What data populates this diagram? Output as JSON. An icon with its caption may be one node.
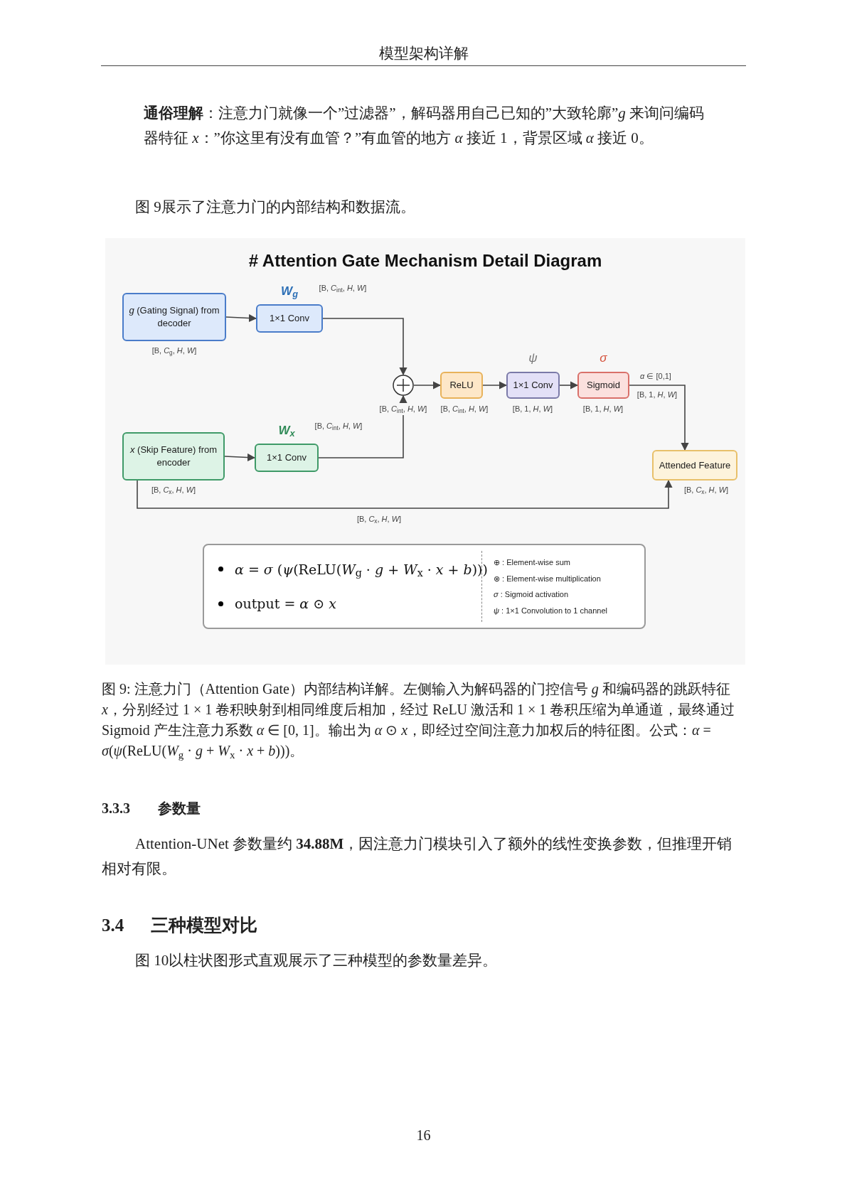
{
  "diagram": {
    "title": "# Attention Gate Mechanism Detail Diagram",
    "caption": "图 9: 注意力门（Attention Gate）内部结构详解。左侧输入为解码器的门控信号 *g* 和编码器的跳跃特征 *x*，分别经过 1 × 1 卷积映射到相同维度后相加，经过 ReLU 激活和 1 × 1 卷积压缩为单通道，最终通过 Sigmoid 产生注意力系数 *α* ∈ [0, 1]。输出为 *α* ⊙ *x*，即经过空间注意力加权后的特征图。公式：*α* = *σ*(*ψ*(ReLU(*W*$_{g}$ · *g* + *W*$_{x}$ · *x* + *b*)))。",
    "nodes": [
      {
        "text": [
          "*g* (Gating Signal) from decoder"
        ],
        "beside": [
          "[B, *C*$_{g}$, *H*, *W*]"
        ]
      },
      {
        "text": [
          "1×1 Conv"
        ],
        "beside": [
          "*W*$_{g}$"
        ]
      },
      {
        "text": [
          "*x* (Skip Feature) from encoder"
        ],
        "beside": [
          "[B, *C*$_{x}$, *H*, *W*]"
        ]
      },
      {
        "text": [
          "1×1 Conv"
        ],
        "beside": [
          "*W*$_{x}$"
        ]
      },
      {
        "text": [],
        "shape": "circle",
        "beside": [
          "[B, *C*$_{int}$, *H*, *W*]"
        ]
      },
      {
        "text": [
          "ReLU"
        ],
        "beside": [
          "[B, *C*$_{int}$, *H*, *W*]"
        ]
      },
      {
        "text": [
          "1×1 Conv"
        ],
        "beside": [
          "*ψ*",
          "[B, 1, *H*, *W*]"
        ]
      },
      {
        "text": [
          "Sigmoid"
        ],
        "beside": [
          "*σ*",
          "[B, 1, *H*, *W*]"
        ]
      },
      {
        "text": [
          "Attended Feature"
        ],
        "beside": [
          "[B, *C*$_{x}$, *H*, *W*]"
        ]
      },
      {
        "text": [
          "*α* = *σ* (*ψ*(ReLU(*W*$_{g}$ · *g* + *W*$_{x}$ · *x* + *b*)))",
          "output = *α* ⊙ *x*",
          "⊕ : Element-wise sum",
          "⊗ : Element-wise multiplication",
          "*σ* : Sigmoid activation",
          "*ψ* : 1×1 Convolution to 1 channel"
        ]
      }
    ],
    "edges": [
      {
        "from": 0,
        "to": 1,
        "arrow": "to"
      },
      {
        "from": 1,
        "to": 4,
        "arrow": "to",
        "label": "[B, *C*$_{int}$, *H*, *W*]"
      },
      {
        "from": 2,
        "to": 3,
        "arrow": "to"
      },
      {
        "from": 3,
        "to": 4,
        "arrow": "to",
        "label": "[B, *C*$_{int}$, *H*, *W*]"
      },
      {
        "from": 4,
        "to": 5,
        "arrow": "to"
      },
      {
        "from": 5,
        "to": 6,
        "arrow": "to"
      },
      {
        "from": 6,
        "to": 7,
        "arrow": "to"
      },
      {
        "from": 7,
        "to": 8,
        "arrow": "to",
        "label": "*α* ∈ [0,1]"
      },
      {
        "from": 2,
        "to": 8,
        "arrow": "to",
        "label": "[B, *C*$_{x}$, *H*, *W*]"
      }
    ],
    "labels": [
      "模型架构详解",
      "**通俗理解**：注意力门就像一个”过滤器”，解码器用自己已知的”大致轮廓”*g* 来询问编码器特征 *x*：”你这里有没有血管？”有血管的地方 *α* 接近 1，背景区域 *α* 接近 0。",
      "图 9展示了注意力门的内部结构和数据流。",
      "[B, 1, *H*, *W*]",
      "3.3.3",
      "参数量",
      "Attention-UNet 参数量约 **34.88M**，因注意力门模块引入了额外的线性变换参数，但推理开销相对有限。",
      "3.4",
      "三种模型对比",
      "图 10以柱状图形式直观展示了三种模型的参数量差异。",
      "16"
    ]
  }
}
